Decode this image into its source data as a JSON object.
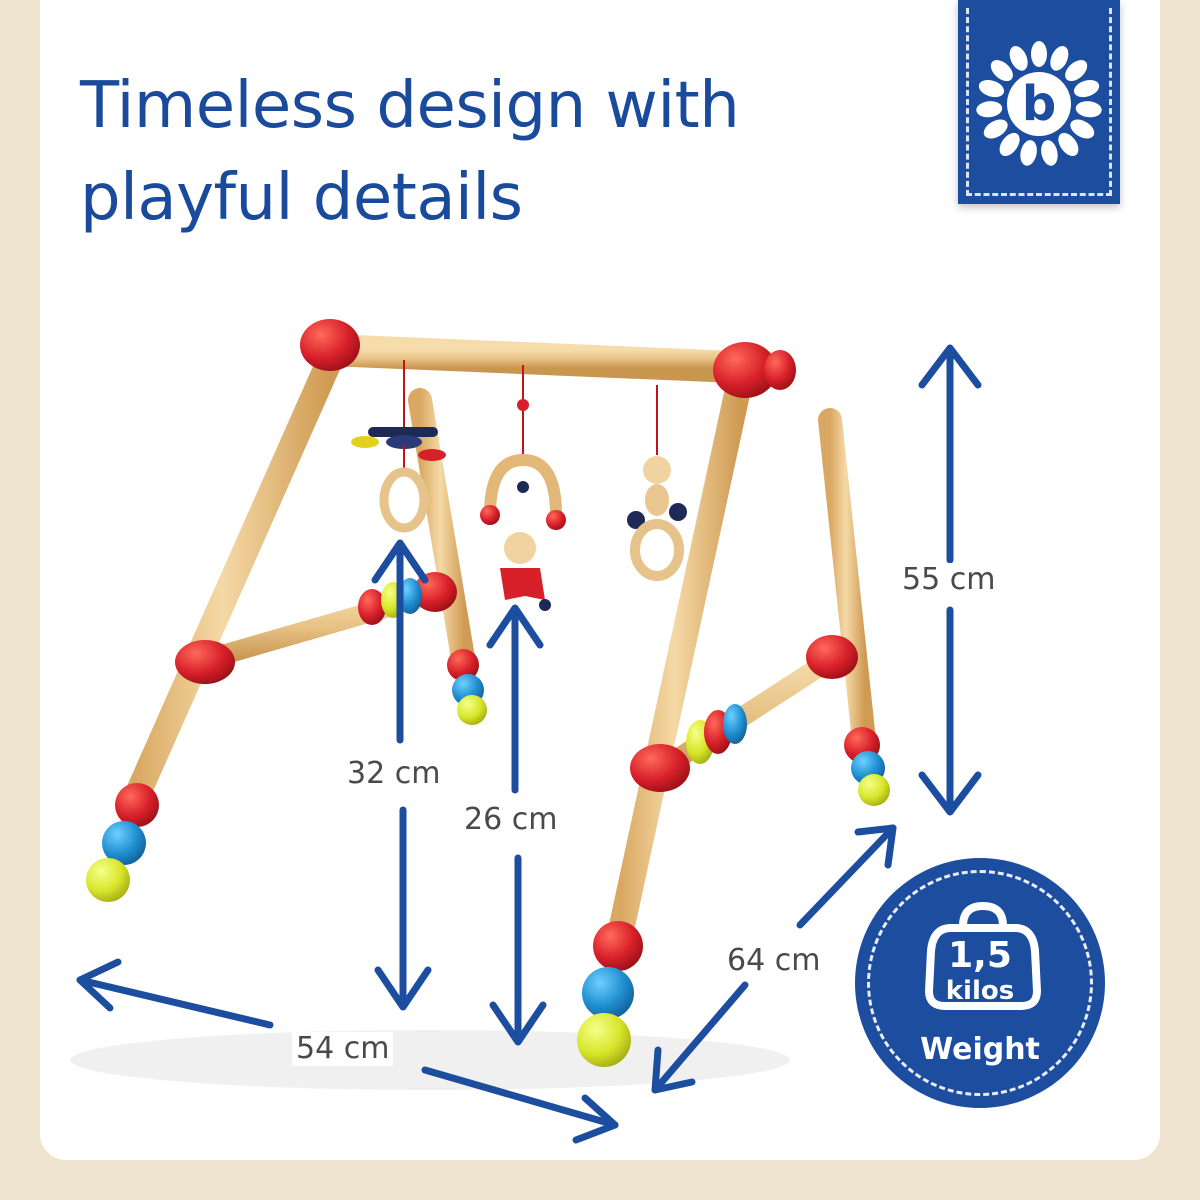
{
  "headline": {
    "line1": "Timeless design with",
    "line2": "playful details"
  },
  "brand_badge": {
    "letter": "b",
    "icon": "flower-b-logo-icon"
  },
  "dimensions": {
    "width": "54 cm",
    "depth": "64 cm",
    "height": "55 cm",
    "left_hanger": "32 cm",
    "center_hanger": "26 cm"
  },
  "weight_badge": {
    "value": "1,5",
    "unit": "kilos",
    "label": "Weight",
    "icon": "kettlebell-weight-icon"
  },
  "colors": {
    "brand_blue": "#1c4d9f",
    "bead_red": "#d8202a",
    "bead_blue": "#1f8fd0",
    "bead_yellow": "#d7e62a",
    "wood": "#e8c28a",
    "background": "#efe4cf"
  }
}
